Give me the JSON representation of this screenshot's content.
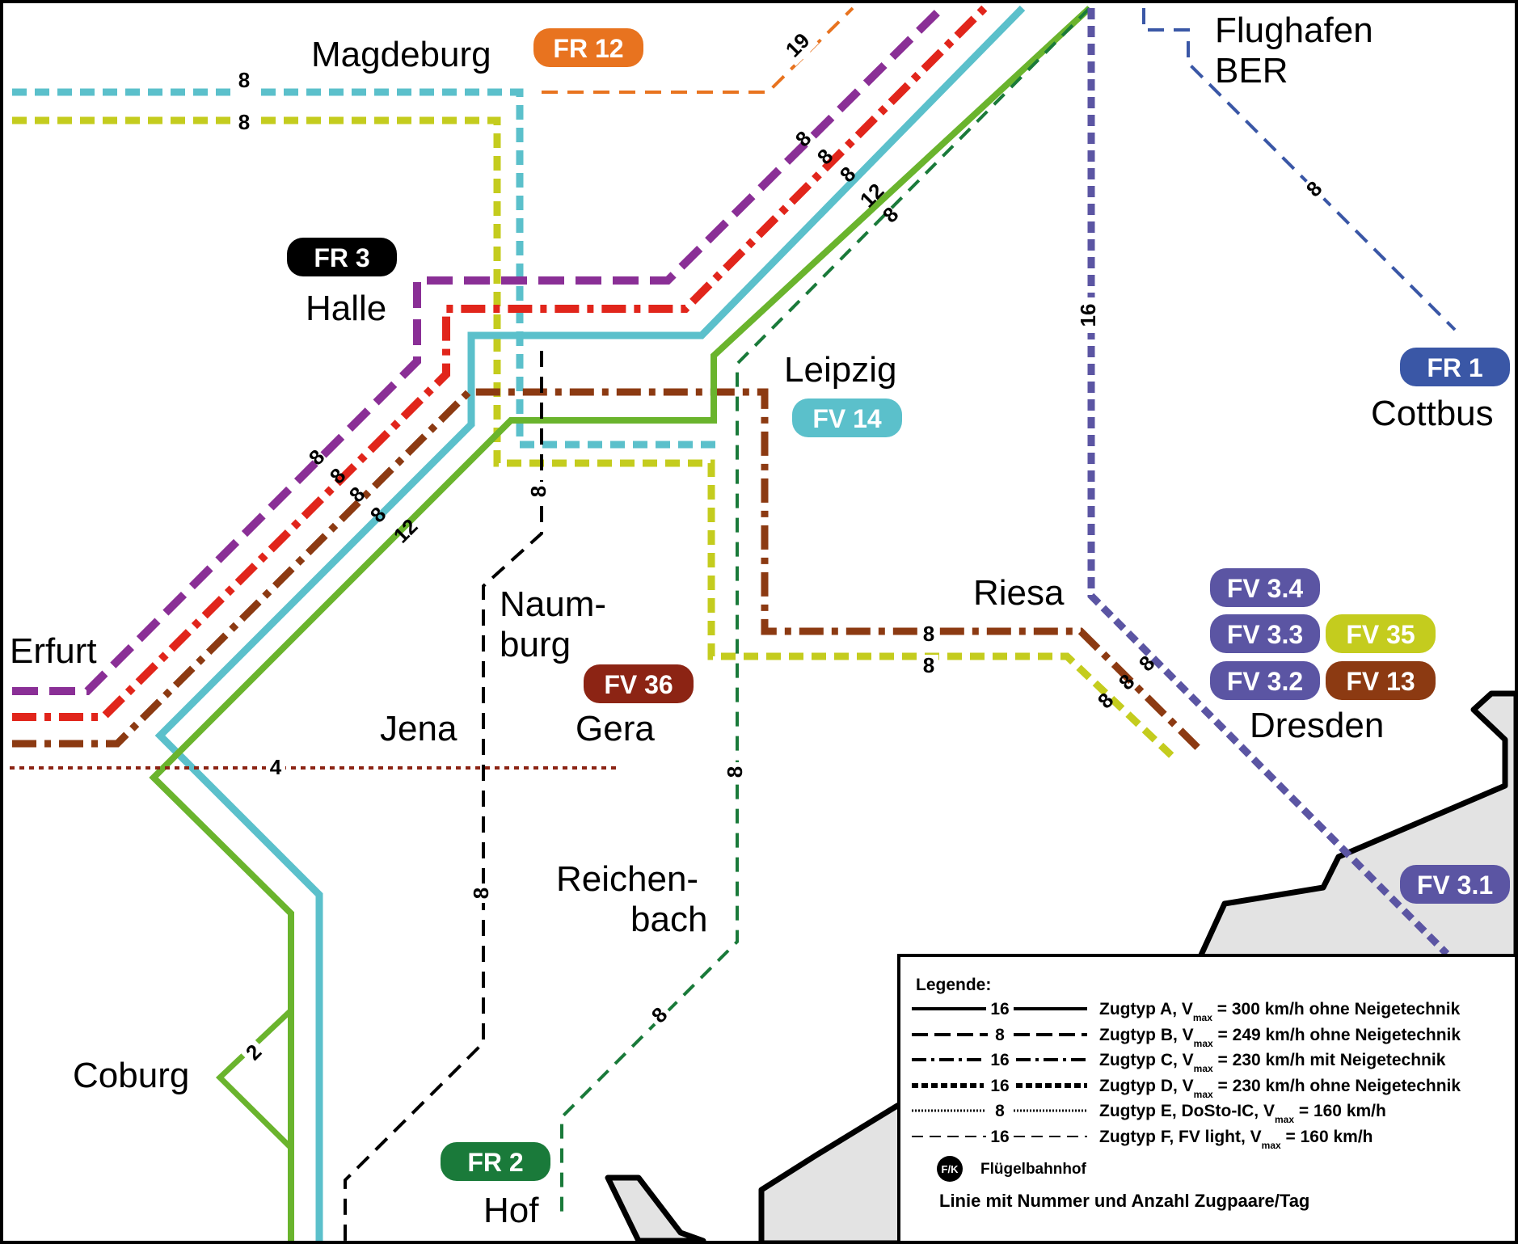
{
  "colors": {
    "fr12": "#E8731F",
    "fr3": "#000000",
    "fv14": "#5BC0CB",
    "fr1": "#3A57A6",
    "fv3": "#5B55A3",
    "fv35": "#C4CC1E",
    "fv13": "#8C3A12",
    "fv36": "#8C2414",
    "fr2": "#1A7A3A",
    "purple": "#8A2F96",
    "red": "#E1251B",
    "green": "#6AB42D",
    "border_fill": "#E3E3E3"
  },
  "cities": {
    "magdeburg": "Magdeburg",
    "flughafen_1": "Flughafen",
    "flughafen_2": "BER",
    "halle": "Halle",
    "leipzig": "Leipzig",
    "cottbus": "Cottbus",
    "erfurt": "Erfurt",
    "naumburg_1": "Naum-",
    "naumburg_2": "burg",
    "riesa": "Riesa",
    "jena": "Jena",
    "gera": "Gera",
    "dresden": "Dresden",
    "reichenbach_1": "Reichen-",
    "reichenbach_2": "bach",
    "coburg": "Coburg",
    "hof": "Hof"
  },
  "badges": {
    "fr12": "FR 12",
    "fr3": "FR 3",
    "fv14": "FV 14",
    "fr1": "FR 1",
    "fv34": "FV 3.4",
    "fv33": "FV 3.3",
    "fv35": "FV 35",
    "fv32": "FV 3.2",
    "fv13": "FV 13",
    "fv36": "FV 36",
    "fv31": "FV 3.1",
    "fr2": "FR 2"
  },
  "line_counts": {
    "magdeburg_top": "8",
    "magdeburg_bottom": "8",
    "fr12_diag": "19",
    "ber": "8",
    "fv3_vertical": "16",
    "diag_top_1": "8",
    "diag_top_2": "8",
    "diag_top_3": "8",
    "diag_top_4": "12",
    "diag_top_5": "8",
    "diag_bot_1": "8",
    "diag_bot_2": "8",
    "diag_bot_3": "8",
    "diag_bot_4": "8",
    "diag_bot_5": "12",
    "naumburg_vert": "8",
    "riesa_fv13": "8",
    "riesa_fv35": "8",
    "dresden_1": "8",
    "dresden_2": "8",
    "dresden_3": "8",
    "fr2_vert": "8",
    "fr2_diag": "8",
    "jena_horiz": "4",
    "fv36_lower": "8",
    "coburg": "2"
  },
  "legend": {
    "title": "Legende:",
    "rows": [
      {
        "count": "16",
        "desc": "Zugtyp A, V",
        "sub": "max",
        "rest": " = 300 km/h ohne Neigetechnik"
      },
      {
        "count": "8",
        "desc": "Zugtyp B, V",
        "sub": "max",
        "rest": " = 249 km/h ohne Neigetechnik"
      },
      {
        "count": "16",
        "desc": "Zugtyp C, V",
        "sub": "max",
        "rest": " = 230 km/h mit Neigetechnik"
      },
      {
        "count": "16",
        "desc": "Zugtyp D, V",
        "sub": "max",
        "rest": " = 230 km/h ohne Neigetechnik"
      },
      {
        "count": "8",
        "desc": "Zugtyp E, DoSto-IC, V",
        "sub": "max",
        "rest": " = 160 km/h"
      },
      {
        "count": "16",
        "desc": "Zugtyp F, FV light, V",
        "sub": "max",
        "rest": " = 160 km/h"
      }
    ],
    "fk_symbol": "F/K",
    "fk_label": "Flügelbahnhof",
    "line_note": "Linie mit Nummer und Anzahl Zugpaare/Tag"
  }
}
